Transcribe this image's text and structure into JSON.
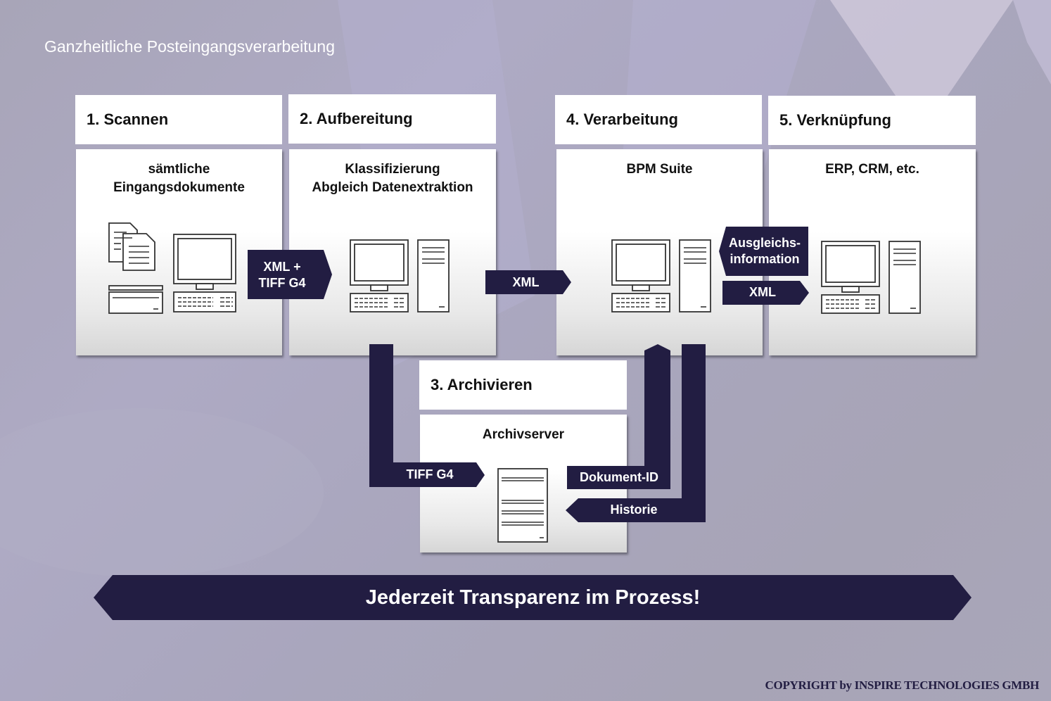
{
  "page_title": "Ganzheitliche Posteingangsverarbeitung",
  "steps": [
    {
      "header": "1. Scannen",
      "body": [
        "sämtliche",
        "Eingangsdokumente"
      ]
    },
    {
      "header": "2.  Aufbereitung",
      "body": [
        "Klassifizierung",
        "Abgleich Datenextraktion"
      ]
    },
    {
      "header": "3. Archivieren",
      "body": [
        "Archivserver"
      ]
    },
    {
      "header": "4. Verarbeitung",
      "body": [
        "BPM Suite"
      ]
    },
    {
      "header": "5. Verknüpfung",
      "body": [
        "ERP, CRM, etc."
      ]
    }
  ],
  "flows": {
    "scan_to_prep": [
      "XML +",
      "TIFF G4"
    ],
    "prep_to_processing": "XML",
    "prep_to_archive": "TIFF G4",
    "archive_to_processing": "Dokument-ID",
    "processing_to_archive": "Historie",
    "erp_to_processing": [
      "Ausgleichs-",
      "information"
    ],
    "processing_to_erp": "XML"
  },
  "banner": "Jederzeit Transparenz im Prozess!",
  "copyright": "COPYRIGHT by INSPIRE TECHNOLOGIES GMBH",
  "colors": {
    "accent_dark": "#221d42",
    "background": "#a9a6bb"
  }
}
